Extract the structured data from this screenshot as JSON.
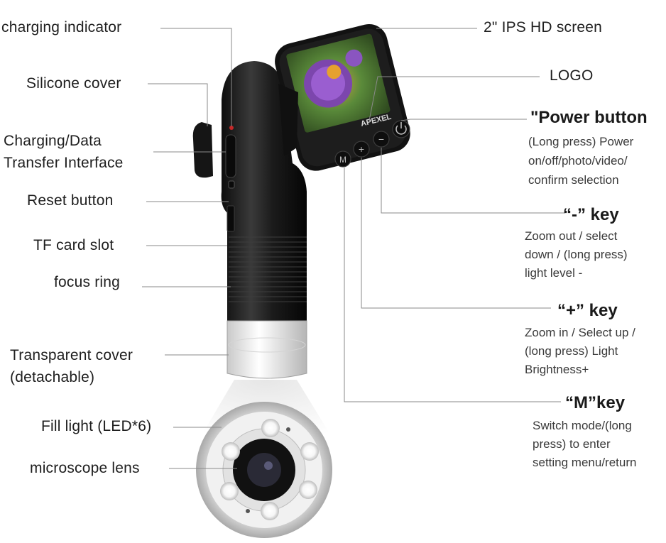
{
  "labels_left": {
    "charging_indicator": "charging indicator",
    "silicone_cover": "Silicone cover",
    "charging_data_line1": "Charging/Data",
    "charging_data_line2": "Transfer Interface",
    "reset_button": "Reset button",
    "tf_card_slot": "TF card slot",
    "focus_ring": "focus ring",
    "transparent_cover_line1": "Transparent cover",
    "transparent_cover_line2": "(detachable)",
    "fill_light": "Fill light (LED*6)",
    "microscope_lens": "microscope lens"
  },
  "labels_right": {
    "screen": "2\" IPS HD screen",
    "logo": "LOGO",
    "power_title": "\"Power button",
    "power_desc": [
      "(Long press) Power",
      "on/off/photo/video/",
      "confirm selection"
    ],
    "minus_title": "“-”  key",
    "minus_desc": [
      "Zoom out / select",
      "down / (long press)",
      "light level -"
    ],
    "plus_title": "“+”  key",
    "plus_desc": [
      "Zoom in / Select up /",
      "(long press) Light",
      "Brightness+"
    ],
    "m_title": "“M”key",
    "m_desc": [
      "Switch mode/(long",
      "press) to enter",
      "setting menu/return"
    ]
  },
  "device": {
    "brand": "APEXEL",
    "button_m": "M",
    "button_plus": "+",
    "button_minus": "−"
  },
  "colors": {
    "body": "#1a1a1a",
    "callout_line": "#8a8a8a",
    "led": "#f4f4f4",
    "flower": "#8b4fb8"
  }
}
